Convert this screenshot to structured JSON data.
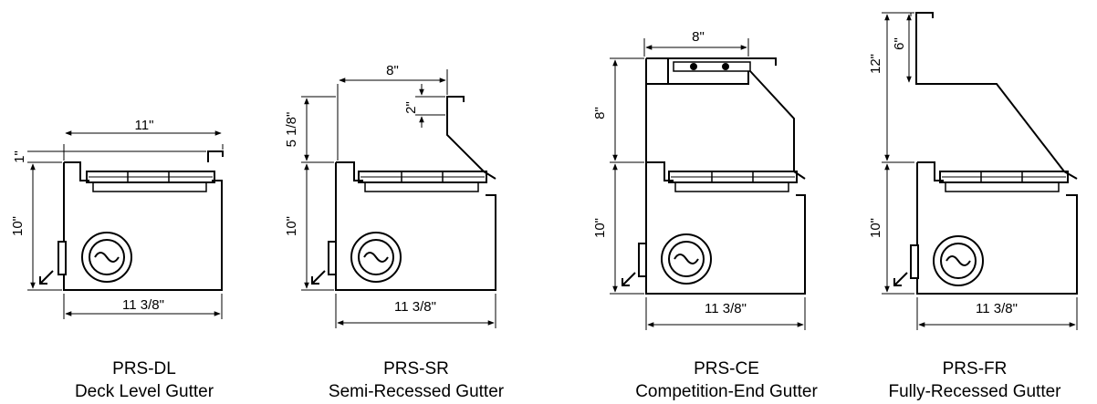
{
  "gutters": [
    {
      "code": "PRS-DL",
      "name": "Deck Level Gutter",
      "dimensions": {
        "top_width": "11\"",
        "lip": "1\"",
        "height": "10\"",
        "base_width": "11 3/8\""
      }
    },
    {
      "code": "PRS-SR",
      "name": "Semi-Recessed Gutter",
      "dimensions": {
        "top_width": "8\"",
        "lip": "2\"",
        "upper_height": "5 1/8\"",
        "height": "10\"",
        "base_width": "11 3/8\""
      }
    },
    {
      "code": "PRS-CE",
      "name": "Competition-End Gutter",
      "dimensions": {
        "top_width": "8\"",
        "upper_height": "8\"",
        "height": "10\"",
        "base_width": "11 3/8\""
      }
    },
    {
      "code": "PRS-FR",
      "name": "Fully-Recessed Gutter",
      "dimensions": {
        "upper_total": "12\"",
        "upper_inner": "6\"",
        "height": "10\"",
        "base_width": "11 3/8\""
      }
    }
  ]
}
